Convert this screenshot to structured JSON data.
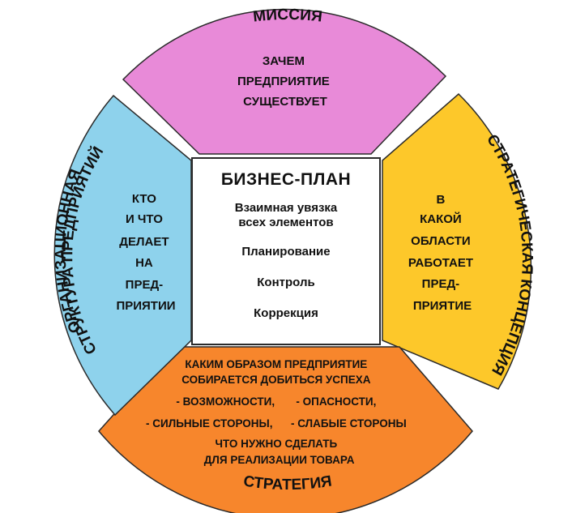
{
  "center": {
    "title": "БИЗНЕС-ПЛАН",
    "items": [
      "Взаимная увязка\nвсех элементов",
      "Планирование",
      "Контроль",
      "Коррекция"
    ]
  },
  "segments": {
    "mission": {
      "title": "МИССИЯ",
      "lines": [
        "ЗАЧЕМ",
        "ПРЕДПРИЯТИЕ",
        "СУЩЕСТВУЕТ"
      ],
      "color": "#e88ad8"
    },
    "strategic_concept": {
      "title": "СТРАТЕГИЧЕСКАЯ КОНЦЕПЦИЯ",
      "lines": [
        "В",
        "КАКОЙ",
        "ОБЛАСТИ",
        "РАБОТАЕТ",
        "ПРЕД-",
        "ПРИЯТИЕ"
      ],
      "color": "#fdc82a"
    },
    "strategy": {
      "title": "СТРАТЕГИЯ",
      "lines": [
        "КАКИМ ОБРАЗОМ ПРЕДПРИЯТИЕ",
        "СОБИРАЕТСЯ ДОБИТЬСЯ УСПЕХА",
        "- ВОЗМОЖНОСТИ,       - ОПАСНОСТИ,",
        "- СИЛЬНЫЕ СТОРОНЫ,      - СЛАБЫЕ СТОРОНЫ",
        "ЧТО НУЖНО СДЕЛАТЬ",
        "ДЛЯ РЕАЛИЗАЦИИ ТОВАРА"
      ],
      "color": "#f7862c"
    },
    "org_structure": {
      "title_line1": "ОРГАНИЗАЦИОННАЯ",
      "title_line2": "СТРУКТУРА ПРЕДПРИЯТИЙ",
      "lines": [
        "КТО",
        "И ЧТО",
        "ДЕЛАЕТ",
        "НА",
        "ПРЕД-",
        "ПРИЯТИИ"
      ],
      "color": "#8ed2ec"
    }
  }
}
